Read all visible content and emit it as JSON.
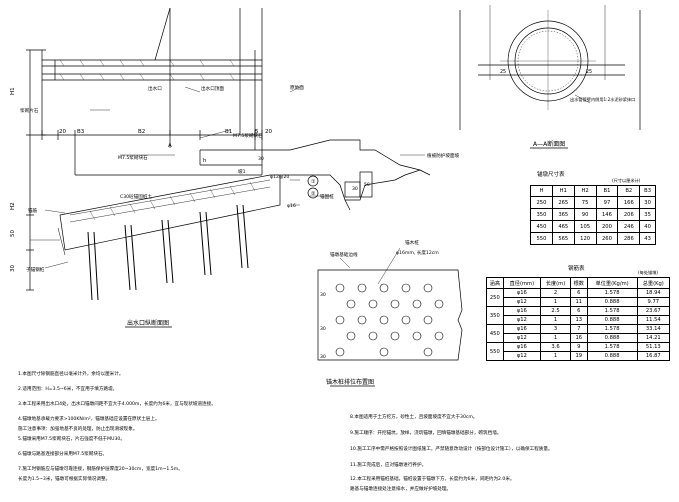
{
  "section_view": {
    "title": "出水口纵断面图",
    "dims_top": [
      "20",
      "B3",
      "B2",
      "B1",
      "5",
      "20"
    ],
    "label_A": "A",
    "label_h": "h",
    "label_H1": "H1",
    "label_H2": "H2",
    "label_30": "30",
    "label_20": "20",
    "label_50": "50",
    "callout_pipe_top": "出水口顶面",
    "callout_stone": "浆砌片石",
    "callout_outlet": "出水口",
    "callout_land": "原地面",
    "callout_mortar_stone": "浆砌片石",
    "callout_m75": "M7.5浆砌块石",
    "callout_mortar2": "M7.5浆砌块石",
    "callout_c30": "C30砼锚固桩土",
    "callout_grass": "植被防护坡面坡",
    "callout_rebar": "φ12@20",
    "callout_rebar2": "φ16",
    "callout_pile": "锚固桩",
    "callout_rebar_bottom": "锚筋",
    "callout_pile_bottom": "子锚钢桩",
    "callout_slope": "坡1",
    "circle1": "①",
    "circle2": "②",
    "num_30a": "30",
    "num_30b": "30",
    "num_50": "50",
    "num_30c": "30"
  },
  "aa_section": {
    "title": "A—A断面图",
    "dim_left": "25",
    "dim_right": "25",
    "callout": "出水管管壁内侧用1:2水泥砂浆抹口"
  },
  "size_table": {
    "title": "锚墩尺寸表",
    "unit": "(尺寸以厘米计)",
    "headers": [
      "H",
      "H1",
      "H2",
      "B1",
      "B2",
      "B3"
    ],
    "rows": [
      [
        "250",
        "265",
        "75",
        "97",
        "166",
        "30"
      ],
      [
        "350",
        "365",
        "90",
        "146",
        "206",
        "35"
      ],
      [
        "450",
        "465",
        "105",
        "200",
        "246",
        "40"
      ],
      [
        "550",
        "565",
        "120",
        "260",
        "286",
        "43"
      ]
    ]
  },
  "rebar_table": {
    "title": "钢筋表",
    "unit": "(每处锚墩)",
    "headers": [
      "涵高",
      "直径(mm)",
      "长度(m)",
      "根数",
      "单位重(Kg/m)",
      "总重(Kg)"
    ],
    "groups": [
      {
        "h": "250",
        "rows": [
          [
            "φ16",
            "2",
            "6",
            "1.578",
            "18.94"
          ],
          [
            "φ12",
            "1",
            "11",
            "0.888",
            "9.77"
          ]
        ]
      },
      {
        "h": "350",
        "rows": [
          [
            "φ16",
            "2.5",
            "6",
            "1.578",
            "23.67"
          ],
          [
            "φ12",
            "1",
            "13",
            "0.888",
            "11.54"
          ]
        ]
      },
      {
        "h": "450",
        "rows": [
          [
            "φ16",
            "3",
            "7",
            "1.578",
            "33.14"
          ],
          [
            "φ12",
            "1",
            "16",
            "0.888",
            "14.21"
          ]
        ]
      },
      {
        "h": "550",
        "rows": [
          [
            "φ16",
            "3.6",
            "9",
            "1.578",
            "51.13"
          ],
          [
            "φ12",
            "1",
            "19",
            "0.888",
            "16.87"
          ]
        ]
      }
    ]
  },
  "plan_view": {
    "title": "锚木桩排位布置图",
    "callout_left": "锚墩基础边线",
    "callout_right": "锚木桩",
    "callout_spec": "φ16mm, 长度12cm",
    "dim_30_top": "30",
    "dim_30_mid": "30",
    "dim_30_bot": "30"
  },
  "notes_left": [
    "1.本图尺寸除钢筋直径以毫米计外，余均以厘米计。",
    "2.适用范围：H=3.5~6米，不宜用于填方路堤。",
    "3.本工程采用出水口4处，出水口锚墩间距不宜大于4.000m，长度约为6米，宜与现状坡道连接。",
    "4.锚墩地基承载力要求>100KN/m²，锚墩基础应设置在原状土层上。",
    "  施工注意事项：加强地基不良的处理，防止出现滑坡现象。",
    "5.锚墩采用M7.5浆砌块石，片石强度不低于MU30。",
    "6.锚墩与路基连接部分采用M7.5浆砌块石。",
    "7.施工时钢筋应与锚墩可靠连接，钢筋保护层厚度20~30cm，宽度1m~1.5m。",
    "  长度为1.5~3米，锚墩可根据实际情况调整。"
  ],
  "notes_right": [
    "8.本图适用于土方挖方，砂性土，且坡面坡度不宜大于30cm。",
    "9.施工顺序：开挖锚坑，放样，浇筑锚墩，回填锚墩基础部分，砌筑挡墙。",
    "10.施工工序中需严格按照设计图纸施工，严禁随意改动设计（按部位设计施工），以确保工程质量。",
    "11.施工完成后，应对锚墩进行养护。",
    "12.本工程采用锚桩基础，锚桩设置于锚墩下方，长度约为6米，间距约为2.0米。",
    "   路基与锚墩连接处注意排水，并应做好护坡处理。"
  ]
}
